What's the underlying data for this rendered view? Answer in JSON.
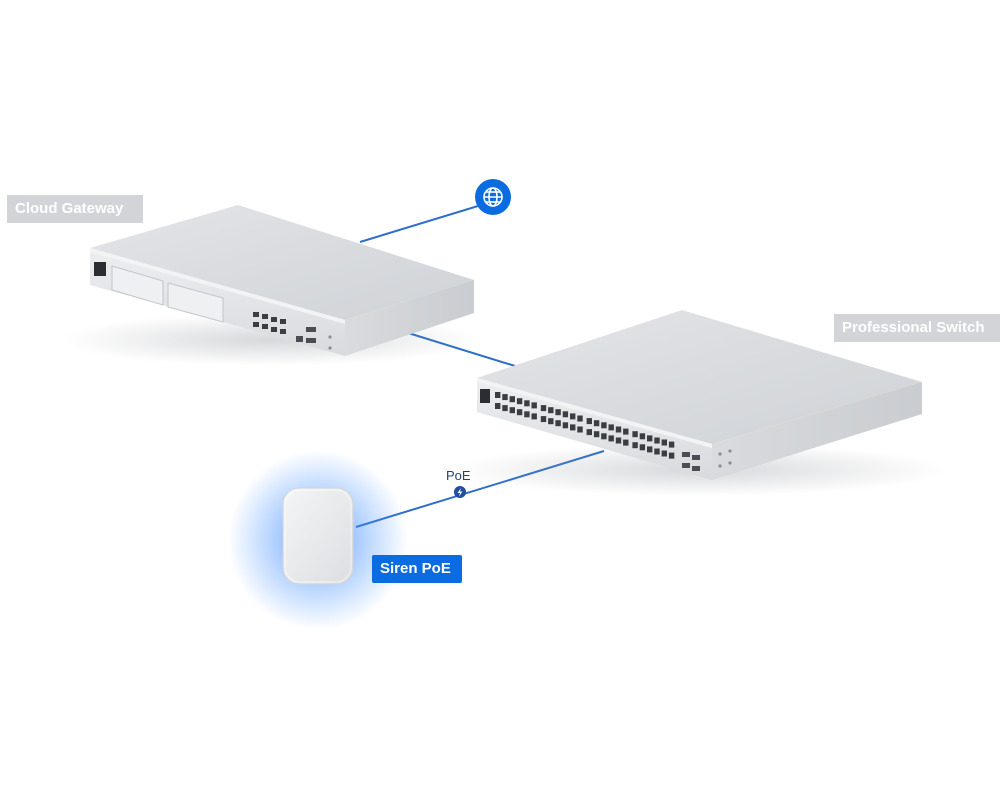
{
  "labels": {
    "gateway": "Cloud Gateway",
    "switch": "Professional Switch",
    "siren": "Siren PoE",
    "poe": "PoE"
  },
  "icons": {
    "internet": "globe-icon",
    "poe_marker": "poe-dot-icon"
  },
  "colors": {
    "accent": "#0b6be0",
    "link_line": "#2f6fcc",
    "device_body": "#d9dce0",
    "label_gray": "#d2d4d7",
    "label_text": "#ffffff"
  }
}
